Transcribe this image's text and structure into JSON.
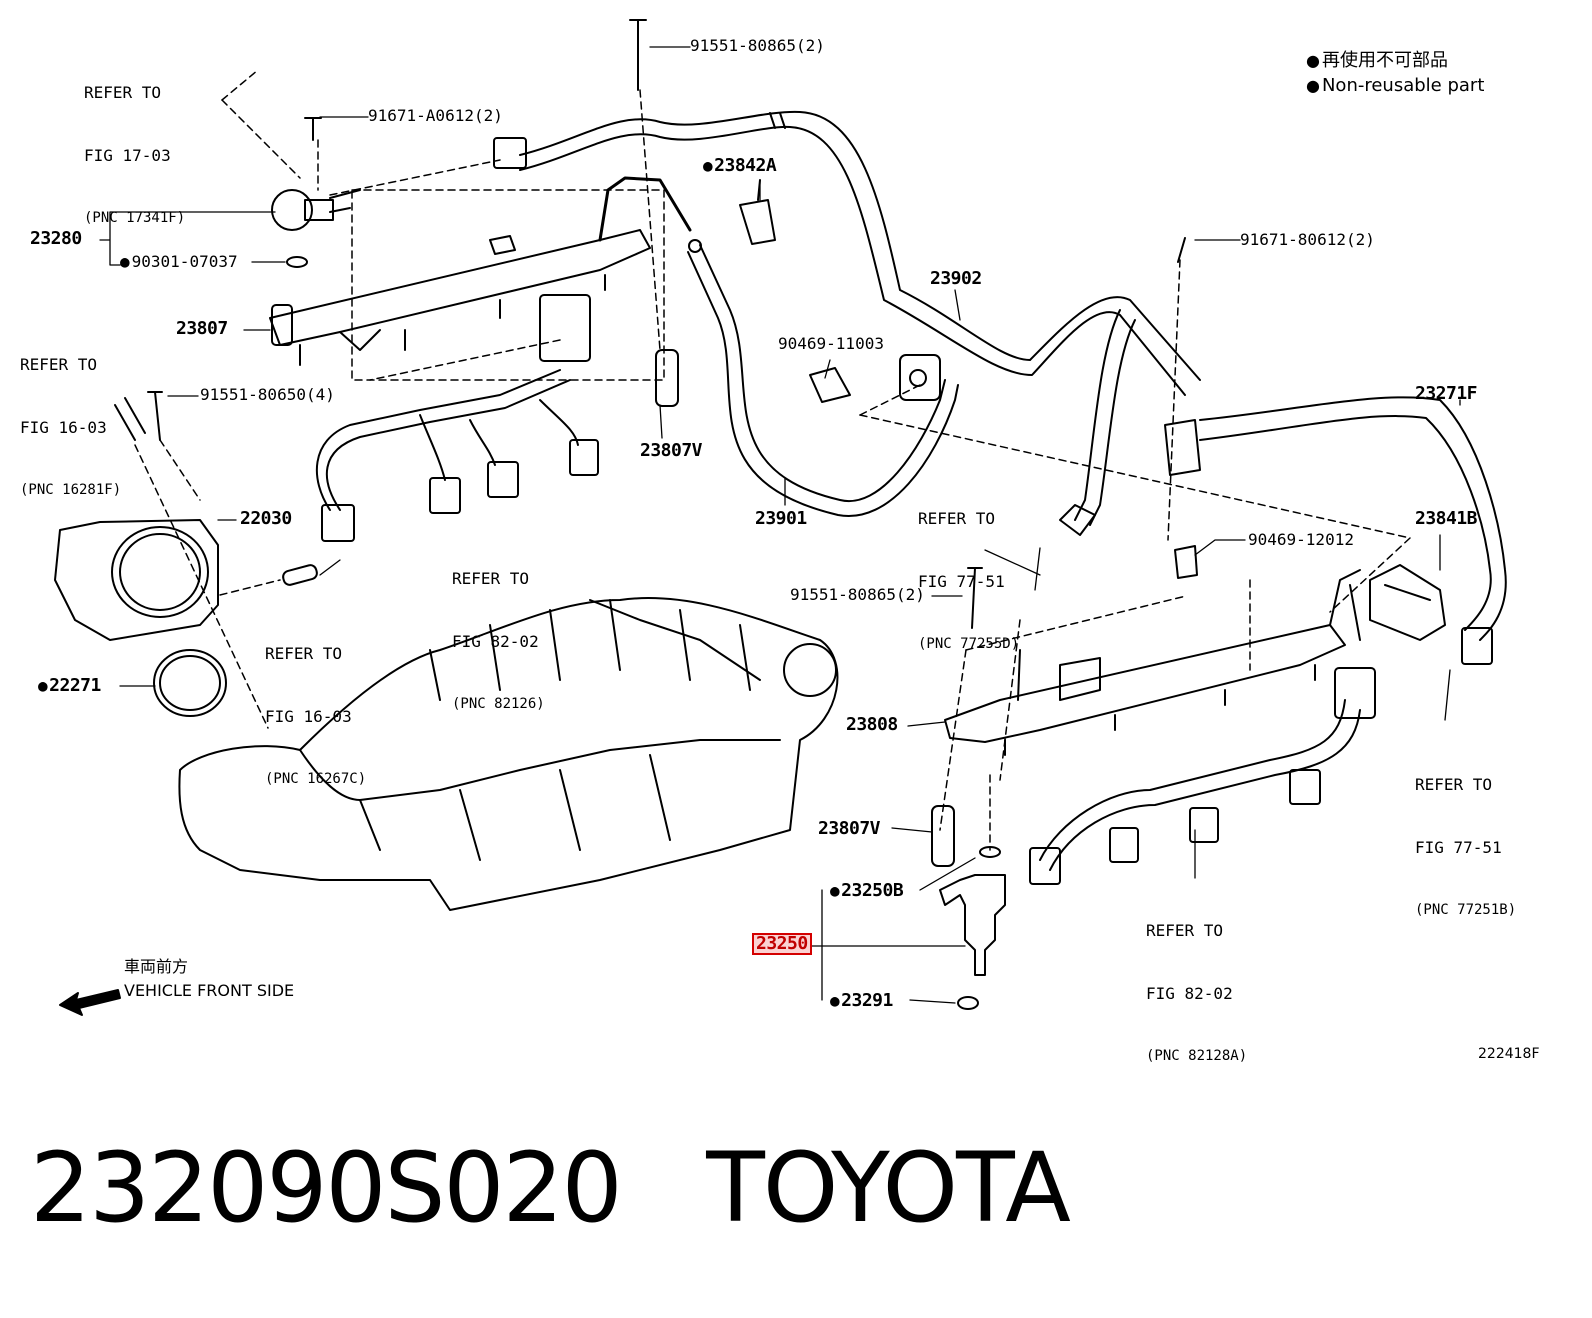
{
  "legend": {
    "line1": "再使用不可部品",
    "line2": "Non-reusable part"
  },
  "parts": {
    "p_91551_80865_top": "91551-80865(2)",
    "p_91671_A0612": "91671-A0612(2)",
    "p_23842A": "23842A",
    "p_23280": "23280",
    "p_90301_07037": "90301-07037",
    "p_23902": "23902",
    "p_91671_80612": "91671-80612(2)",
    "p_23807": "23807",
    "p_90469_11003": "90469-11003",
    "p_23271F": "23271F",
    "p_91551_80650": "91551-80650(4)",
    "p_23807V_top": "23807V",
    "p_23901": "23901",
    "p_22030": "22030",
    "p_23841B": "23841B",
    "p_90469_12012": "90469-12012",
    "p_91551_80865_mid": "91551-80865(2)",
    "p_22271": "22271",
    "p_23808": "23808",
    "p_23807V_bottom": "23807V",
    "p_23250B": "23250B",
    "p_23250": "23250",
    "p_23291": "23291"
  },
  "refs": {
    "r_17_03": {
      "l1": "REFER TO",
      "l2": "FIG 17-03",
      "l3": "(PNC 17341F)"
    },
    "r_16_03a": {
      "l1": "REFER TO",
      "l2": "FIG 16-03",
      "l3": "(PNC 16281F)"
    },
    "r_82_02a": {
      "l1": "REFER TO",
      "l2": "FIG 82-02",
      "l3": "(PNC 82126)"
    },
    "r_16_03b": {
      "l1": "REFER TO",
      "l2": "FIG 16-03",
      "l3": "(PNC 16267C)"
    },
    "r_77_51a": {
      "l1": "REFER TO",
      "l2": "FIG 77-51",
      "l3": "(PNC 77255D)"
    },
    "r_77_51b": {
      "l1": "REFER TO",
      "l2": "FIG 77-51",
      "l3": "(PNC 77251B)"
    },
    "r_82_02b": {
      "l1": "REFER TO",
      "l2": "FIG 82-02",
      "l3": "(PNC 82128A)"
    }
  },
  "front": {
    "jp": "車両前方",
    "en": "VEHICLE FRONT SIDE"
  },
  "figure_id": "222418F",
  "caption": {
    "part_number": "232090S020",
    "brand": "TOYOTA"
  }
}
